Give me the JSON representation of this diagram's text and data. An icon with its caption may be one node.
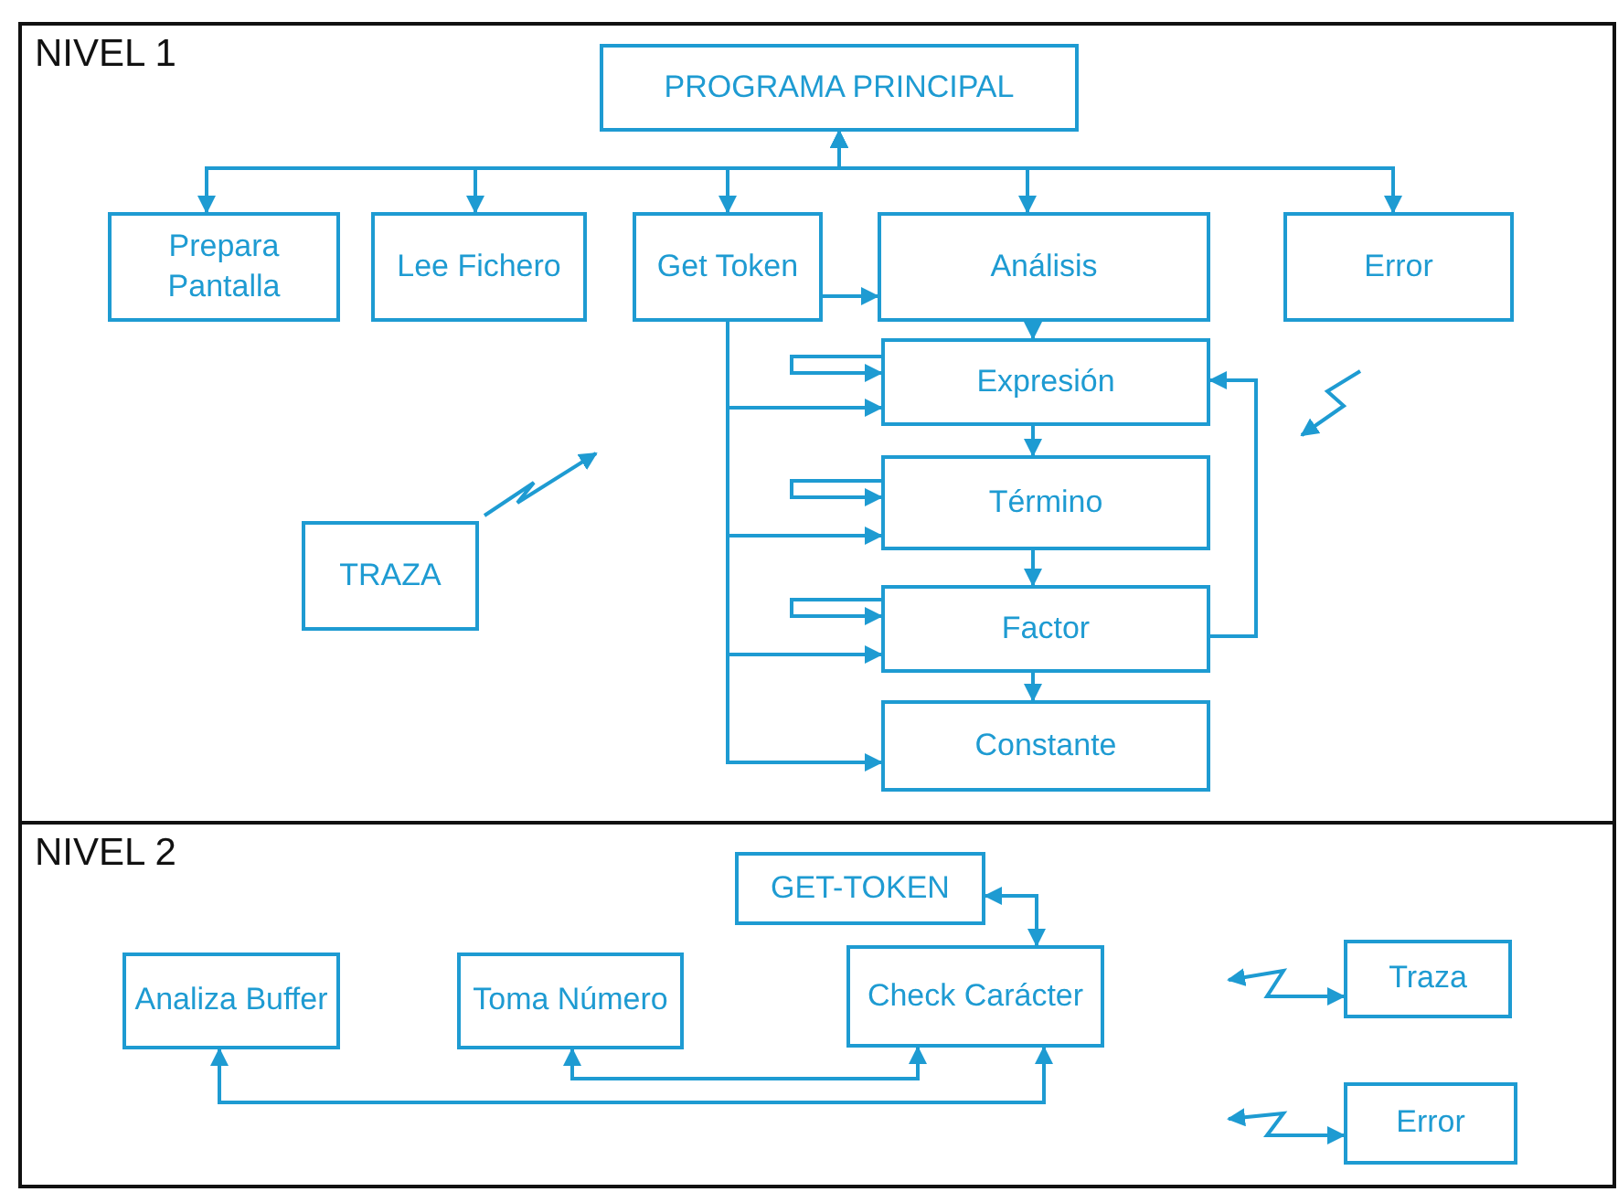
{
  "diagram": {
    "nodes": [
      {
        "text": [
          "NIVEL 1"
        ]
      },
      {
        "text": [
          "PROGRAMA PRINCIPAL"
        ],
        "in": 0
      },
      {
        "text": [
          "Prepara Pantalla"
        ],
        "in": 0
      },
      {
        "text": [
          "Lee Fichero"
        ],
        "in": 0
      },
      {
        "text": [
          "Get Token"
        ],
        "in": 0
      },
      {
        "text": [
          "Análisis"
        ],
        "in": 0
      },
      {
        "text": [
          "Error"
        ],
        "in": 0
      },
      {
        "text": [
          "Expresión"
        ],
        "in": 0
      },
      {
        "text": [
          "Término"
        ],
        "in": 0
      },
      {
        "text": [
          "Factor"
        ],
        "in": 0
      },
      {
        "text": [
          "Constante"
        ],
        "in": 0
      },
      {
        "text": [
          "TRAZA"
        ],
        "in": 0
      },
      {
        "text": [
          "NIVEL 2"
        ]
      },
      {
        "text": [
          "GET-TOKEN"
        ],
        "in": 12
      },
      {
        "text": [
          "Analiza Buffer"
        ],
        "in": 12
      },
      {
        "text": [
          "Toma Número"
        ],
        "in": 12
      },
      {
        "text": [
          "Check Carácter"
        ],
        "in": 12
      },
      {
        "text": [
          "Traza"
        ],
        "in": 12
      },
      {
        "text": [
          "Error"
        ],
        "in": 12
      }
    ],
    "edges": [
      {
        "from": 1,
        "to": 2,
        "arrow": "both"
      },
      {
        "from": 1,
        "to": 3,
        "arrow": "both"
      },
      {
        "from": 1,
        "to": 4,
        "arrow": "both"
      },
      {
        "from": 1,
        "to": 5,
        "arrow": "both"
      },
      {
        "from": 1,
        "to": 6,
        "arrow": "both"
      },
      {
        "from": 4,
        "to": 5,
        "arrow": "to"
      },
      {
        "from": 5,
        "to": 7,
        "arrow": "to"
      },
      {
        "from": 7,
        "to": 8,
        "arrow": "to"
      },
      {
        "from": 8,
        "to": 9,
        "arrow": "to"
      },
      {
        "from": 9,
        "to": 10,
        "arrow": "to"
      },
      {
        "from": 9,
        "to": 7,
        "arrow": "to"
      },
      {
        "from": 4,
        "to": 7,
        "arrow": "to"
      },
      {
        "from": 4,
        "to": 8,
        "arrow": "to"
      },
      {
        "from": 4,
        "to": 9,
        "arrow": "to"
      },
      {
        "from": 4,
        "to": 10,
        "arrow": "to"
      },
      {
        "from": 7,
        "to": 7,
        "arrow": "to"
      },
      {
        "from": 8,
        "to": 8,
        "arrow": "to"
      },
      {
        "from": 9,
        "to": 9,
        "arrow": "to"
      },
      {
        "from": 11,
        "to": null,
        "arrow": "to"
      },
      {
        "from": 13,
        "to": 16,
        "arrow": "both"
      },
      {
        "from": 14,
        "to": 16,
        "arrow": "both"
      },
      {
        "from": 15,
        "to": 16,
        "arrow": "both"
      },
      {
        "from": null,
        "to": 17,
        "arrow": "both"
      },
      {
        "from": null,
        "to": 18,
        "arrow": "both"
      }
    ]
  }
}
